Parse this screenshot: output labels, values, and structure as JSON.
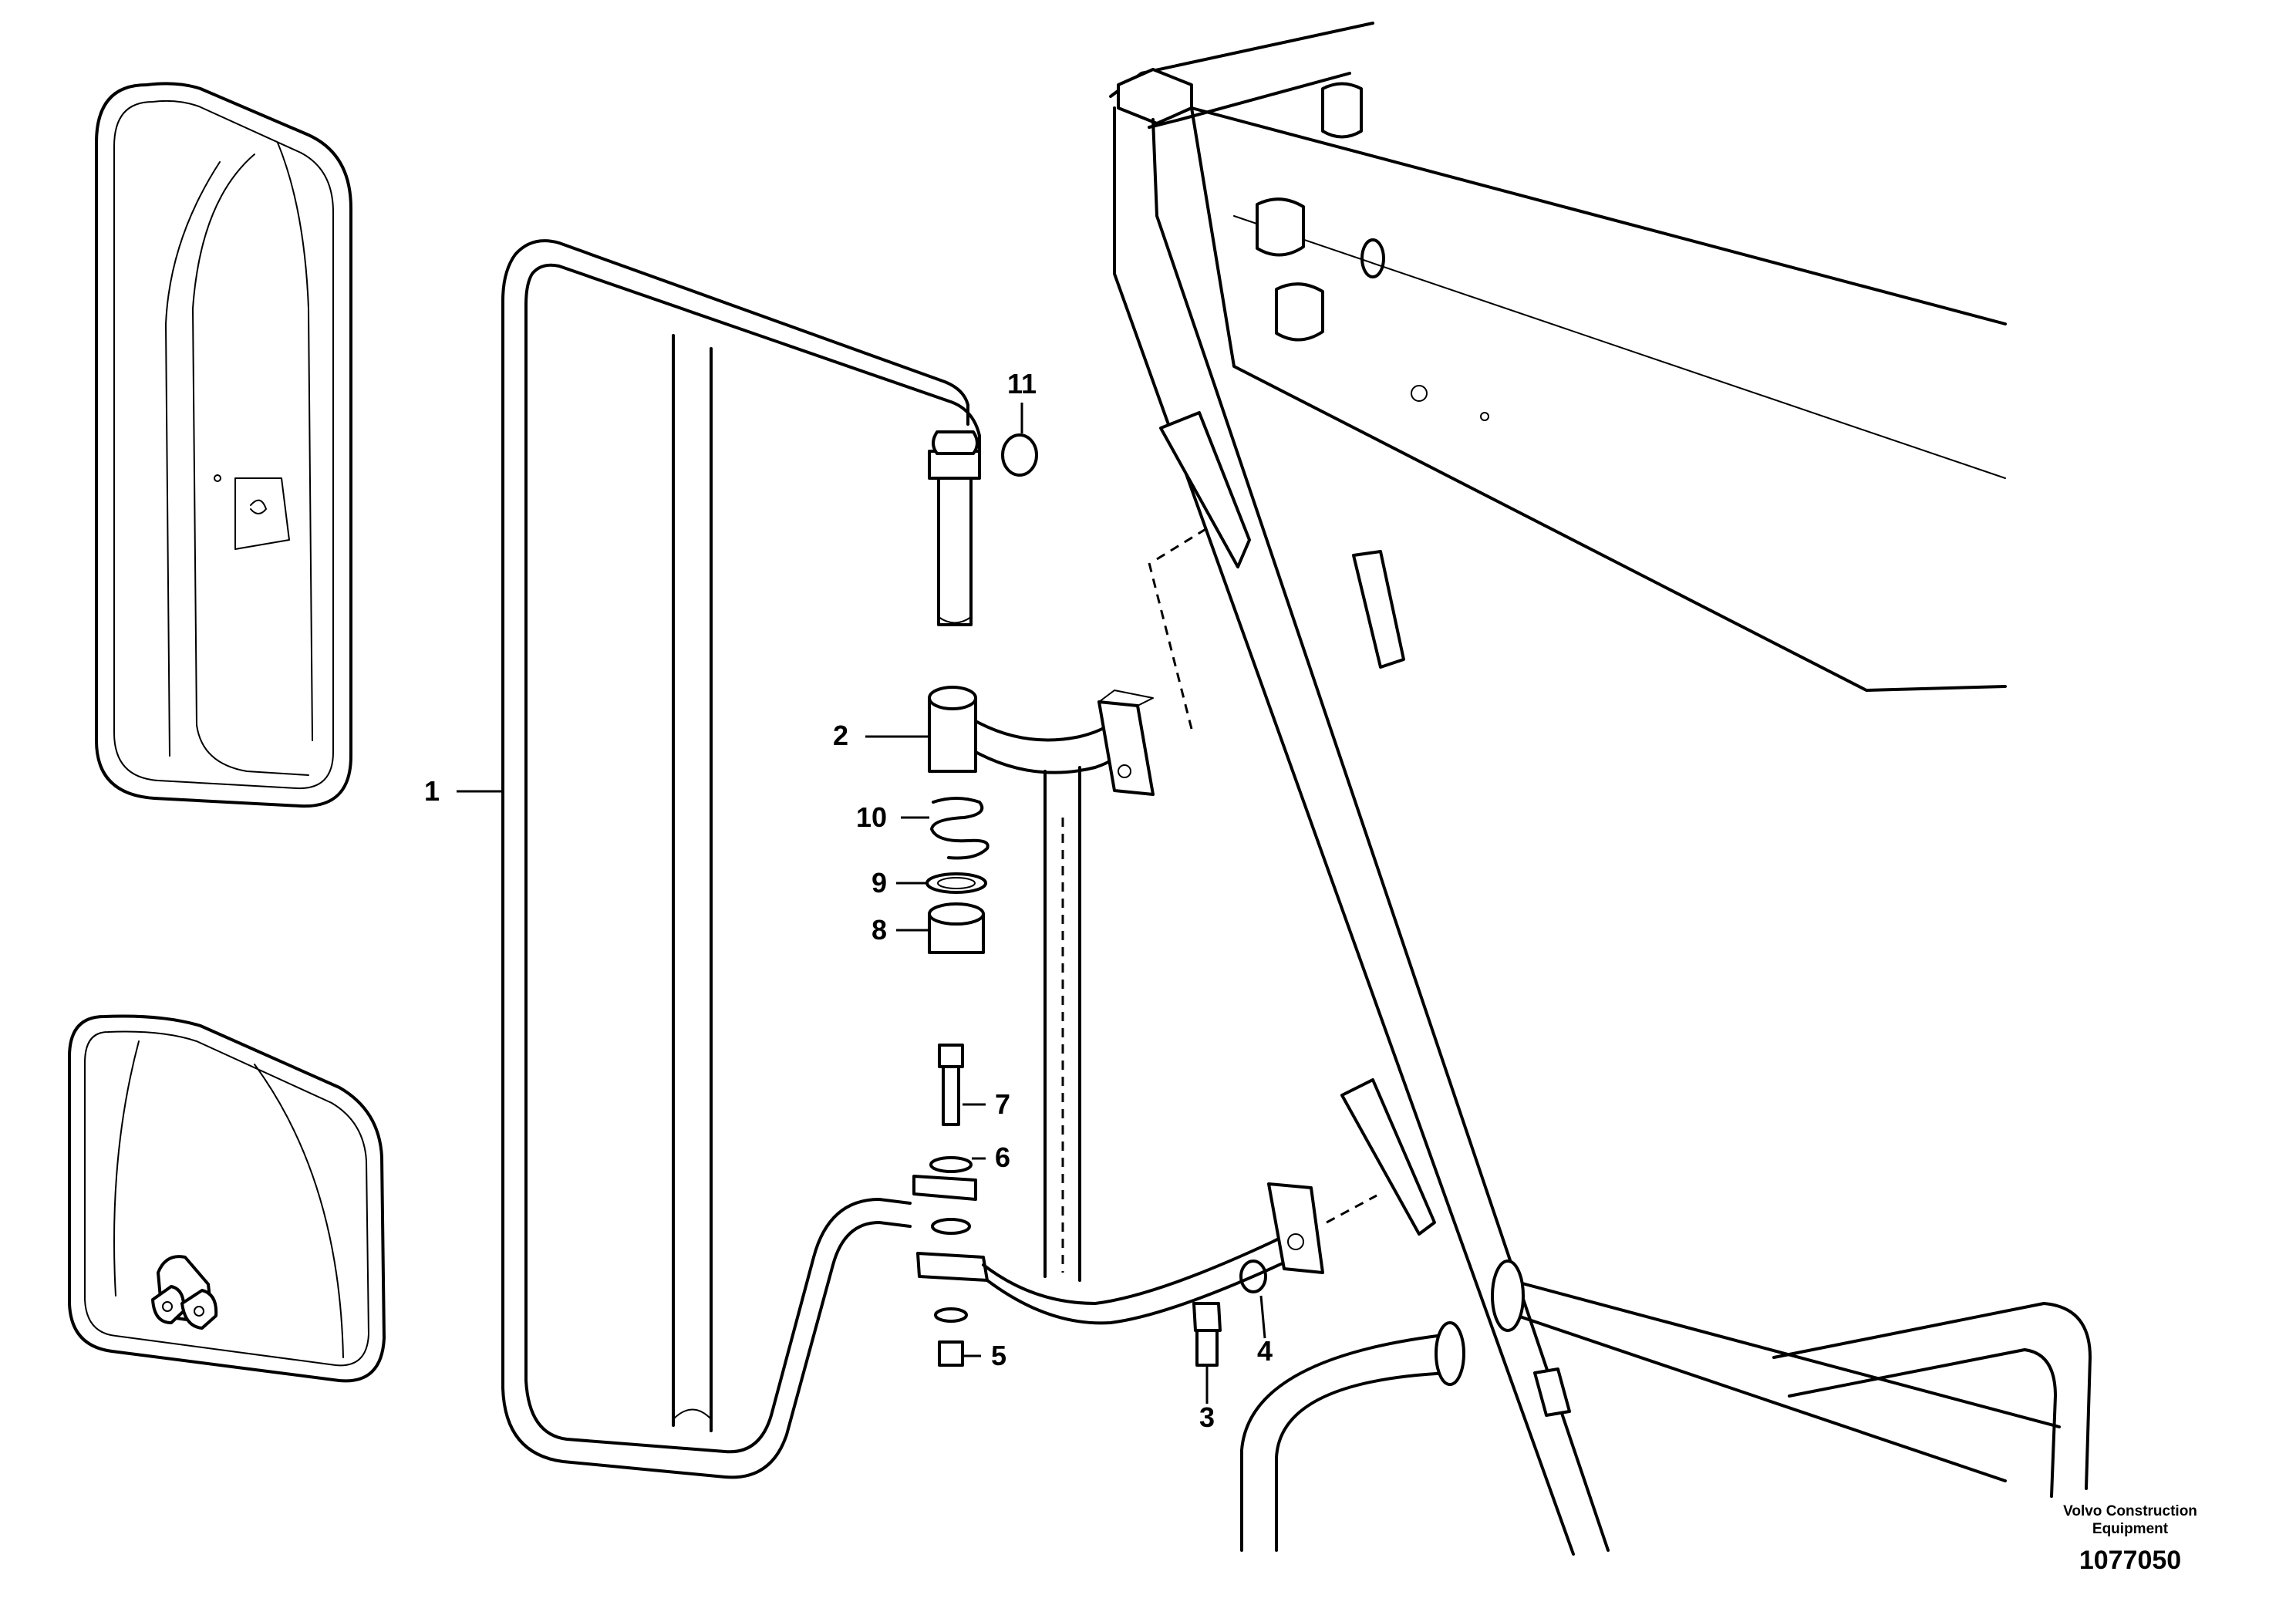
{
  "footer": {
    "brand": "Volvo Construction Equipment",
    "drawing_number": "1077050"
  },
  "callouts": [
    {
      "id": "1",
      "text": "1"
    },
    {
      "id": "2",
      "text": "2"
    },
    {
      "id": "3",
      "text": "3"
    },
    {
      "id": "4",
      "text": "4"
    },
    {
      "id": "5",
      "text": "5"
    },
    {
      "id": "6",
      "text": "6"
    },
    {
      "id": "7",
      "text": "7"
    },
    {
      "id": "8",
      "text": "8"
    },
    {
      "id": "9",
      "text": "9"
    },
    {
      "id": "10",
      "text": "10"
    },
    {
      "id": "11",
      "text": "11"
    }
  ]
}
